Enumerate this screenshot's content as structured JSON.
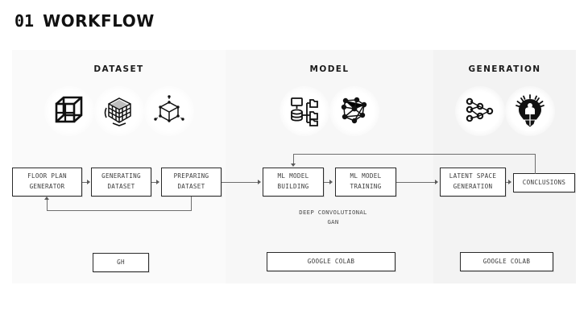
{
  "header": {
    "number": "01",
    "title": "WORKFLOW"
  },
  "panels": [
    {
      "name": "dataset",
      "title": "DATASET"
    },
    {
      "name": "model",
      "title": "MODEL"
    },
    {
      "name": "generation",
      "title": "GENERATION"
    }
  ],
  "icons": {
    "dataset": [
      "wireframe-cube-icon",
      "rubik-cube-icon",
      "vector-cube-nodes-icon"
    ],
    "model": [
      "database-folder-tree-icon",
      "neural-network-graph-icon"
    ],
    "generation": [
      "decision-tree-icon",
      "lightbulb-idea-icon"
    ]
  },
  "flow": {
    "floor_plan_generator": "FLOOR PLAN\nGENERATOR",
    "generating_dataset": "GENERATING\nDATASET",
    "preparing_dataset": "PREPARING\nDATASET",
    "ml_model_building": "ML MODEL\nBUILDING",
    "ml_model_training": "ML MODEL\nTRAINING",
    "latent_space_generation": "LATENT SPACE\nGENERATION",
    "conclusions": "CONCLUSIONS"
  },
  "captions": {
    "model_note": "DEEP CONVOLUTIONAL\nGAN"
  },
  "tools": {
    "dataset_tool": "GH",
    "model_tool": "GOOGLE COLAB",
    "generation_tool": "GOOGLE COLAB"
  },
  "colors": {
    "background": "#ffffff",
    "panel_dataset": "#fafafa",
    "panel_model": "#f7f7f7",
    "panel_generation": "#f3f3f3",
    "box_border": "#2b2b2b",
    "text": "#3c3c3c",
    "connector": "#6e6e6e"
  }
}
